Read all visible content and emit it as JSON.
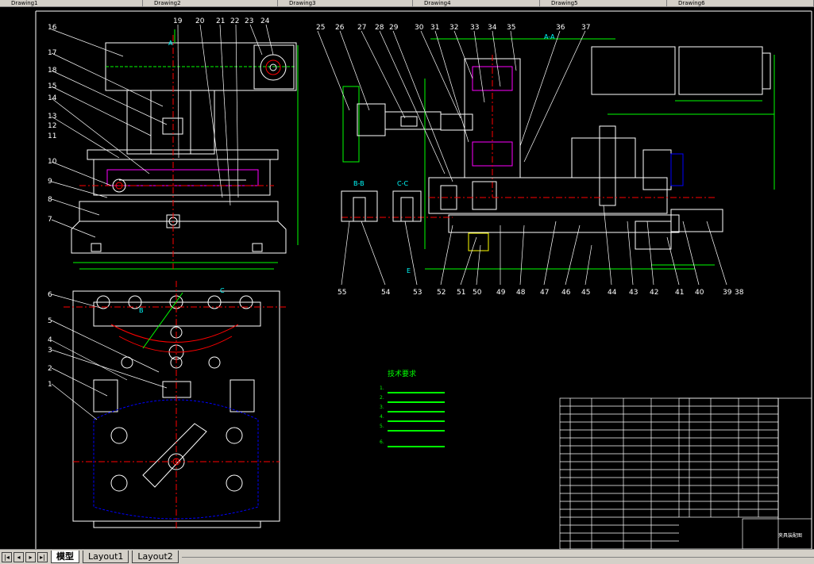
{
  "window": {
    "doc_tabs": [
      "Drawing1",
      "Drawing2",
      "Drawing3",
      "Drawing4",
      "Drawing5",
      "Drawing6"
    ]
  },
  "drawing": {
    "left_part_numbers": [
      "16",
      "17",
      "18",
      "15",
      "14",
      "13",
      "12",
      "11",
      "10",
      "9",
      "8",
      "7",
      "6",
      "5",
      "4",
      "3",
      "2",
      "1"
    ],
    "top_part_numbers": [
      "19",
      "20",
      "21",
      "22",
      "23",
      "24"
    ],
    "right_top_numbers": [
      "25",
      "26",
      "27",
      "28",
      "29",
      "30",
      "31",
      "32",
      "33",
      "34",
      "35",
      "36",
      "37"
    ],
    "right_bottom_numbers": [
      "55",
      "54",
      "53",
      "52",
      "51",
      "50",
      "49",
      "48",
      "47",
      "46",
      "45",
      "44",
      "43",
      "42",
      "41",
      "40",
      "39",
      "38"
    ],
    "section_labels": [
      "A-A",
      "B-B",
      "C-C",
      "A",
      "B",
      "C",
      "E"
    ],
    "notes_title": "技术要求",
    "notes_lines": [
      "1.",
      "2.",
      "3.",
      "4.",
      "5.",
      "6."
    ],
    "title_block_label": "夹具装配图"
  },
  "layout_tabs": {
    "model": "模型",
    "layout1": "Layout1",
    "layout2": "Layout2"
  },
  "colors": {
    "background": "#000000",
    "outline": "#ffffff",
    "center": "#ff0000",
    "dimension": "#00ff00",
    "hidden": "#0000ff",
    "text": "#00ffff"
  }
}
